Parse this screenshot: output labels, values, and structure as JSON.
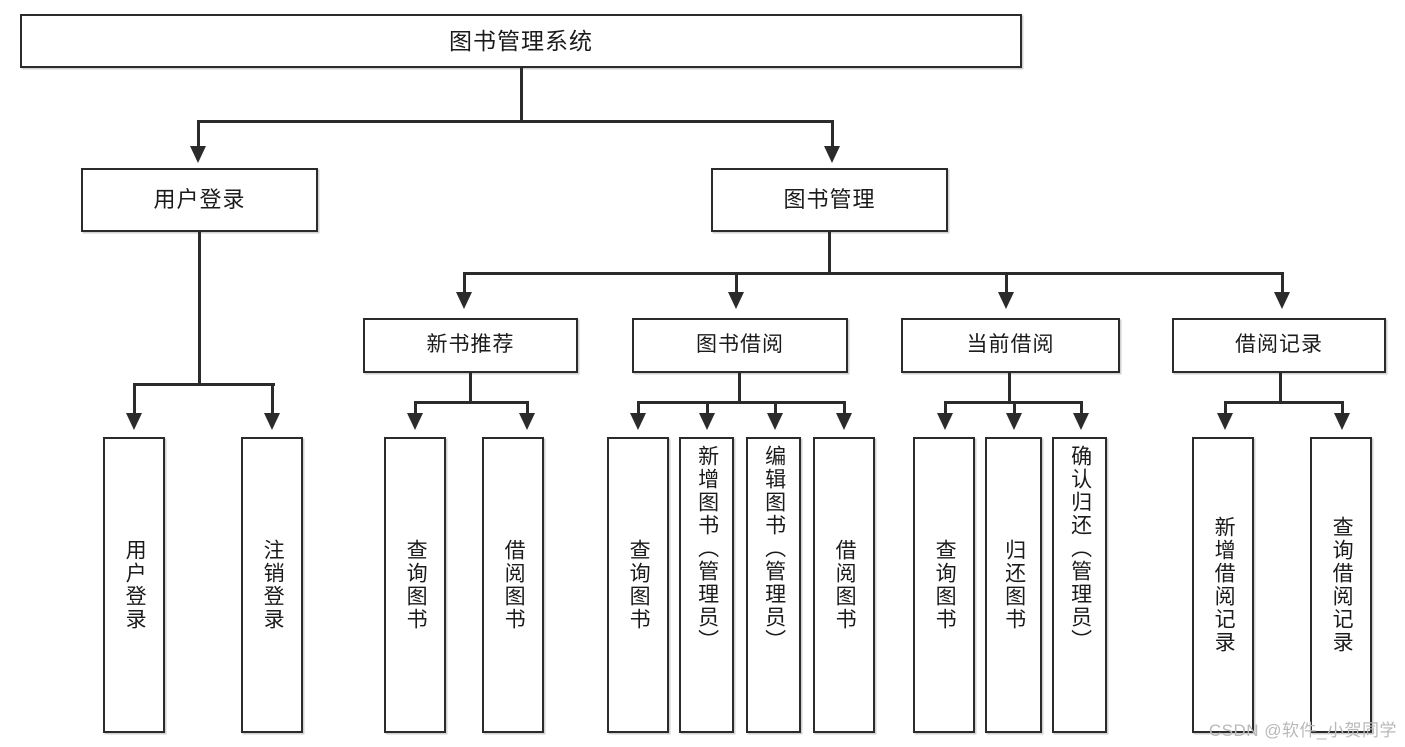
{
  "diagram": {
    "type": "tree",
    "title": "图书管理系统",
    "root": {
      "label": "图书管理系统"
    },
    "level1": [
      {
        "label": "用户登录"
      },
      {
        "label": "图书管理"
      }
    ],
    "level2": [
      {
        "label": "新书推荐",
        "parent": "图书管理"
      },
      {
        "label": "图书借阅",
        "parent": "图书管理"
      },
      {
        "label": "当前借阅",
        "parent": "图书管理"
      },
      {
        "label": "借阅记录",
        "parent": "图书管理"
      }
    ],
    "leaves": {
      "user_login": [
        {
          "label": "用户登录"
        },
        {
          "label": "注销登录"
        }
      ],
      "new_book_recommend": [
        {
          "label": "查询图书"
        },
        {
          "label": "借阅图书"
        }
      ],
      "book_borrow": [
        {
          "label": "查询图书"
        },
        {
          "label": "新增图书（管理员）"
        },
        {
          "label": "编辑图书（管理员）"
        },
        {
          "label": "借阅图书"
        }
      ],
      "current_borrow": [
        {
          "label": "查询图书"
        },
        {
          "label": "归还图书"
        },
        {
          "label": "确认归还（管理员）"
        }
      ],
      "borrow_record": [
        {
          "label": "新增借阅记录"
        },
        {
          "label": "查询借阅记录"
        }
      ]
    }
  },
  "watermark": {
    "text": "CSDN @软件_小贺同学"
  },
  "colors": {
    "stroke": "#2b2b2b",
    "fill": "#ffffff",
    "text": "#1b1b1b",
    "watermark": "#b9b9b9"
  }
}
